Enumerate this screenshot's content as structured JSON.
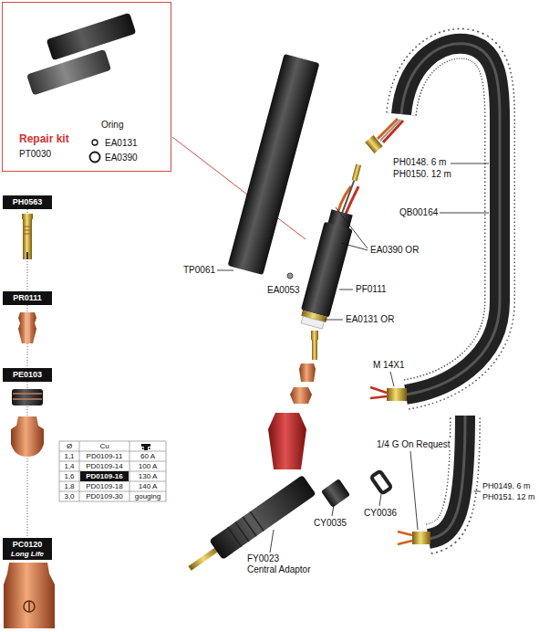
{
  "diagram": {
    "nodes": [
      {
        "text": [
          "Repair kit",
          "PT0030",
          "Oring",
          "EA0131",
          "EA0390"
        ]
      },
      {
        "text": [
          "PH0563"
        ]
      },
      {
        "text": [
          "PR0111"
        ]
      },
      {
        "text": [
          "PE0103"
        ]
      },
      {
        "text": [
          "PC0120",
          "Long Life"
        ]
      }
    ],
    "edges": [
      {
        "from": 1,
        "to": 2,
        "arrow": "none"
      },
      {
        "from": 2,
        "to": 3,
        "arrow": "none"
      },
      {
        "from": 3,
        "to": 4,
        "arrow": "none"
      }
    ],
    "labels": [
      "PH0148. 6 m",
      "PH0150. 12 m",
      "QB00164",
      "EA0390 OR",
      "TP0061",
      "EA0053",
      "PF0111",
      "EA0131 OR",
      "M 14X1",
      "1/4 G On Request",
      "PH0149. 6 m",
      "PH0151. 12 m",
      "CY0035",
      "CY0036",
      "FY0023",
      "Central Adaptor",
      "Ø",
      "Cu",
      "1,1",
      "PD0109-11",
      "60 A",
      "1,4",
      "PD0109-14",
      "100 A",
      "1,6",
      "PD0109-16",
      "130 A",
      "1,8",
      "PD0109-18",
      "140 A",
      "3,0",
      "PD0109-30",
      "gouging"
    ]
  }
}
